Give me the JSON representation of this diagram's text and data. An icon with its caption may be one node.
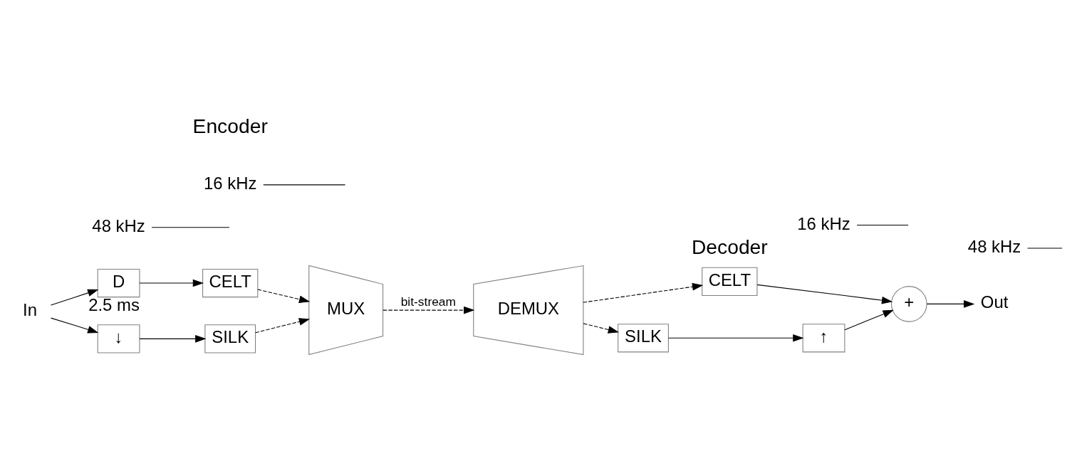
{
  "diagram": {
    "nodes": [
      {
        "text": [
          "In"
        ]
      },
      {
        "text": [
          "D"
        ],
        "beside": [
          "2.5 ms"
        ]
      },
      {
        "text": [
          "CELT"
        ]
      },
      {
        "text": [
          "↓"
        ]
      },
      {
        "text": [
          "SILK"
        ]
      },
      {
        "text": [
          "MUX"
        ]
      },
      {
        "text": [
          "DEMUX"
        ]
      },
      {
        "text": [
          "CELT"
        ]
      },
      {
        "text": [
          "SILK"
        ]
      },
      {
        "text": [
          "↑"
        ]
      },
      {
        "text": [
          "+"
        ]
      },
      {
        "text": [
          "Out"
        ]
      },
      {
        "text": [
          "48 kHz"
        ]
      },
      {
        "text": [
          "16 kHz"
        ]
      },
      {
        "text": [
          "16 kHz"
        ]
      },
      {
        "text": [
          "48 kHz"
        ]
      }
    ],
    "edges": [
      {
        "from": 0,
        "to": 1,
        "arrow": "to"
      },
      {
        "from": 0,
        "to": 3,
        "arrow": "to"
      },
      {
        "from": 1,
        "to": 2,
        "arrow": "to"
      },
      {
        "from": 3,
        "to": 4,
        "arrow": "to"
      },
      {
        "from": 2,
        "to": 5,
        "arrow": "to",
        "style": "dashed"
      },
      {
        "from": 4,
        "to": 5,
        "arrow": "to",
        "style": "dashed"
      },
      {
        "from": 5,
        "to": 6,
        "arrow": "to",
        "label": "bit-stream",
        "style": "dashed"
      },
      {
        "from": 6,
        "to": 7,
        "arrow": "to",
        "style": "dashed"
      },
      {
        "from": 6,
        "to": 8,
        "arrow": "to",
        "style": "dashed"
      },
      {
        "from": 7,
        "to": 10,
        "arrow": "to"
      },
      {
        "from": 8,
        "to": 9,
        "arrow": "to"
      },
      {
        "from": 9,
        "to": 10,
        "arrow": "to"
      },
      {
        "from": 10,
        "to": 11,
        "arrow": "to"
      },
      {
        "from": 12,
        "to": null,
        "arrow": "none"
      },
      {
        "from": 13,
        "to": null,
        "arrow": "none"
      },
      {
        "from": 14,
        "to": null,
        "arrow": "none"
      },
      {
        "from": 15,
        "to": null,
        "arrow": "none"
      }
    ],
    "labels": [
      "Encoder",
      "Decoder"
    ]
  }
}
